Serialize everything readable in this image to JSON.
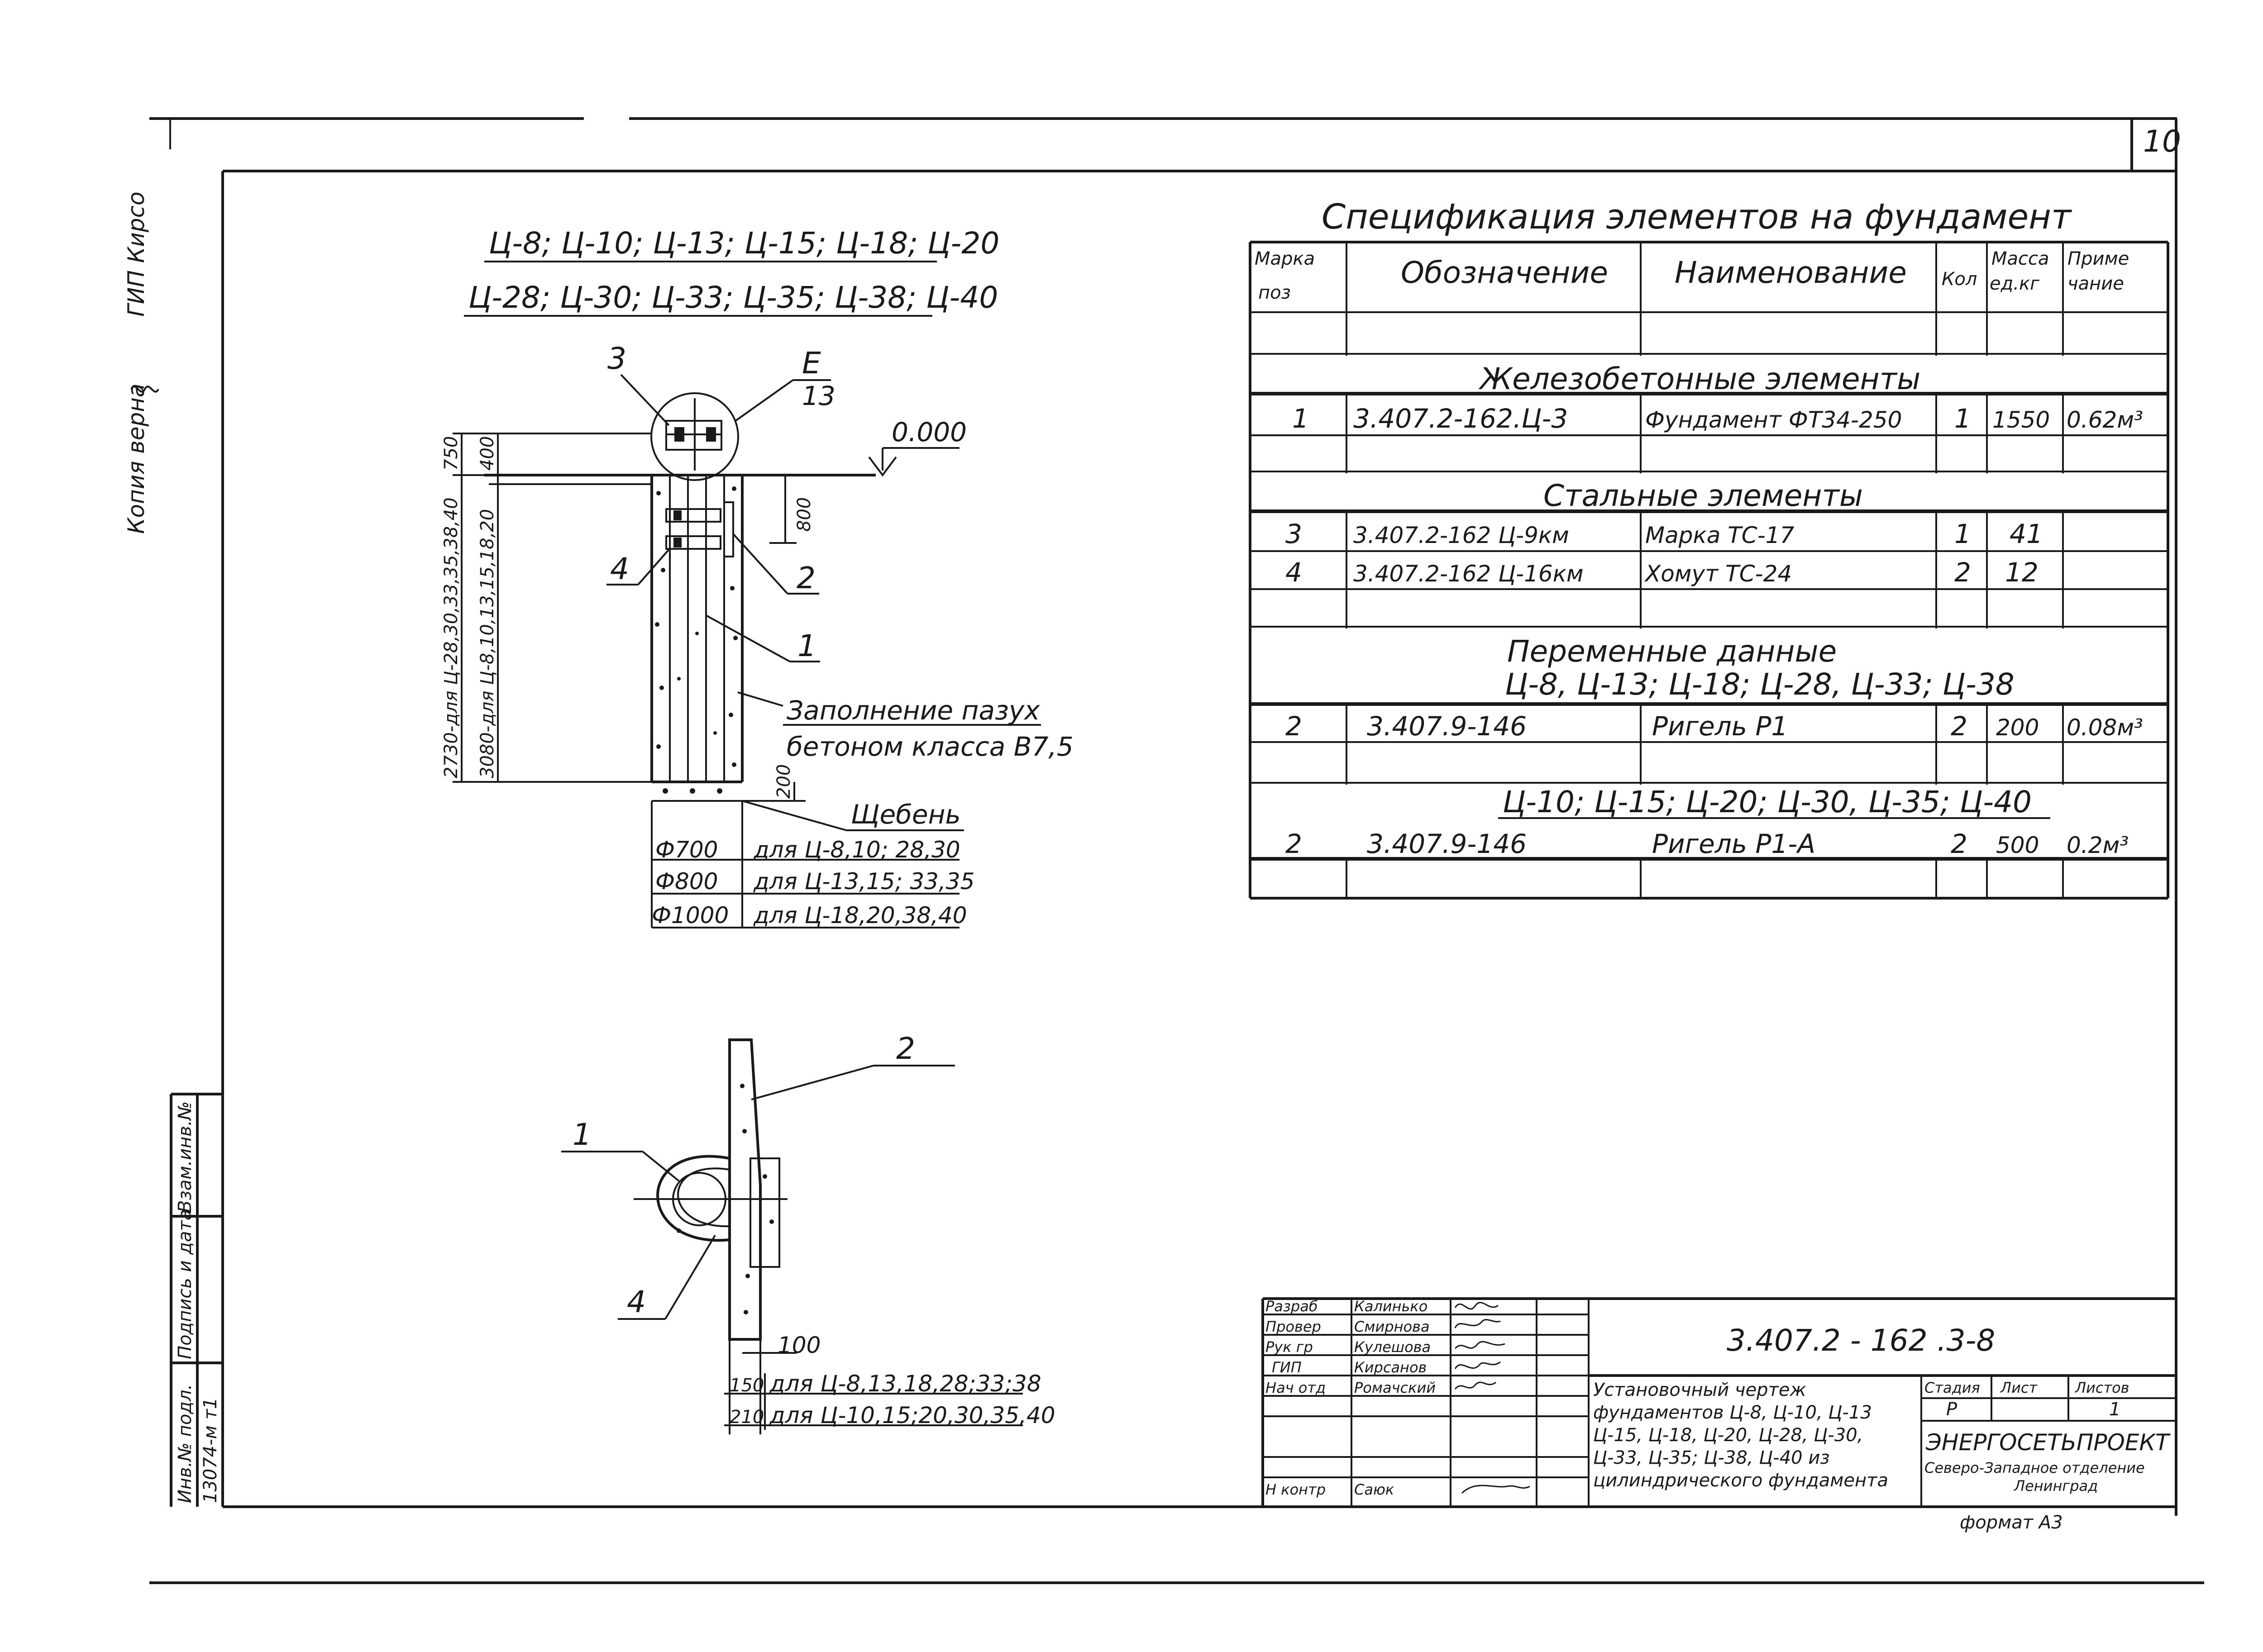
{
  "sheet": {
    "page_number": "10",
    "format": "формат А3",
    "copy_note": "Копия верна",
    "copy_note_right": "ГИП Кирсо"
  },
  "section": {
    "header_line1": "Ц-8; Ц-10; Ц-13; Ц-15; Ц-18; Ц-20",
    "header_line2": "Ц-28; Ц-30; Ц-33; Ц-35; Ц-38; Ц-40",
    "callout_3": "3",
    "callout_E": "Е",
    "callout_13": "13",
    "level": "0.000",
    "dim_750": "750",
    "dim_400": "400",
    "dim_800": "800",
    "dim_200": "200",
    "dim_left_1": "2730-для Ц-28,30,33,35,38,40",
    "dim_left_2": "3080-для Ц-8,10,13,15,18,20",
    "callout_4": "4",
    "callout_2": "2",
    "callout_1": "1",
    "note_fill_1": "Заполнение пазух",
    "note_fill_2": "бетоном класса В7,5",
    "gravel": "Щебень",
    "diameters": [
      {
        "d": "Ф700",
        "for": "для Ц-8,10; 28,30"
      },
      {
        "d": "Ф800",
        "for": "для Ц-13,15; 33,35"
      },
      {
        "d": "Ф1000",
        "for": "для Ц-18,20,38,40"
      }
    ]
  },
  "node": {
    "callout_2": "2",
    "callout_1": "1",
    "callout_4": "4",
    "dim_100": "100",
    "dim_150": "150",
    "dim_210": "210",
    "for_150": "для Ц-8,13,18,28;33;38",
    "for_210": "для Ц-10,15;20,30,35,40"
  },
  "spec": {
    "title": "Спецификация элементов на фундамент",
    "headers": {
      "mark": [
        "Марка",
        "поз"
      ],
      "designation": "Обозначение",
      "name": "Наименование",
      "qty": "Кол",
      "mass": [
        "Масса",
        "ед.кг"
      ],
      "note": [
        "Приме",
        "чание"
      ]
    },
    "group_rc": "Железобетонные элементы",
    "group_steel": "Стальные элементы",
    "group_var": "Переменные данные",
    "var_list_1": "Ц-8, Ц-13; Ц-18; Ц-28, Ц-33; Ц-38",
    "var_list_2": "Ц-10; Ц-15; Ц-20; Ц-30, Ц-35; Ц-40",
    "rows": {
      "r1": {
        "mark": "1",
        "designation": "3.407.2-162.Ц-3",
        "name": "Фундамент ФТ34-250",
        "qty": "1",
        "mass": "1550",
        "note": "0.62м³"
      },
      "r3": {
        "mark": "3",
        "designation": "3.407.2-162  Ц-9км",
        "name": "Марка ТС-17",
        "qty": "1",
        "mass": "41",
        "note": ""
      },
      "r4": {
        "mark": "4",
        "designation": "3.407.2-162  Ц-16км",
        "name": "Хомут ТС-24",
        "qty": "2",
        "mass": "12",
        "note": ""
      },
      "r2a": {
        "mark": "2",
        "designation": "3.407.9-146",
        "name": "Ригель Р1",
        "qty": "2",
        "mass": "200",
        "note": "0.08м³"
      },
      "r2b": {
        "mark": "2",
        "designation": "3.407.9-146",
        "name": "Ригель Р1-А",
        "qty": "2",
        "mass": "500",
        "note": "0.2м³"
      }
    }
  },
  "titleblock": {
    "code": "3.407.2 - 162 .3-8",
    "roles": [
      {
        "role": "Разраб",
        "name": "Калинько"
      },
      {
        "role": "Провер",
        "name": "Смирнова"
      },
      {
        "role": "Рук гр",
        "name": "Кулешова"
      },
      {
        "role": "ГИП",
        "name": "Кирсанов"
      },
      {
        "role": "Нач отд",
        "name": "Ромачский"
      },
      {
        "role": "Н контр",
        "name": "Саюк"
      }
    ],
    "description": [
      "Установочный чертеж",
      "фундаментов Ц-8, Ц-10, Ц-13",
      "Ц-15, Ц-18, Ц-20, Ц-28, Ц-30,",
      "Ц-33, Ц-35; Ц-38, Ц-40 из",
      "цилиндрического фундамента"
    ],
    "stage_label": "Стадия",
    "sheet_label": "Лист",
    "sheets_label": "Листов",
    "stage": "Р",
    "sheets": "1",
    "org": "ЭНЕРГОСЕТЬПРОЕКТ",
    "org_sub": "Северо-Западное отделение",
    "org_sub2": "Ленинград"
  },
  "stamp": {
    "inv_label": "Инв.№ подл.",
    "sign_label": "Подпись и дата",
    "replace_label": "Взам.инв.№",
    "inv_value": "13074-м т1"
  }
}
